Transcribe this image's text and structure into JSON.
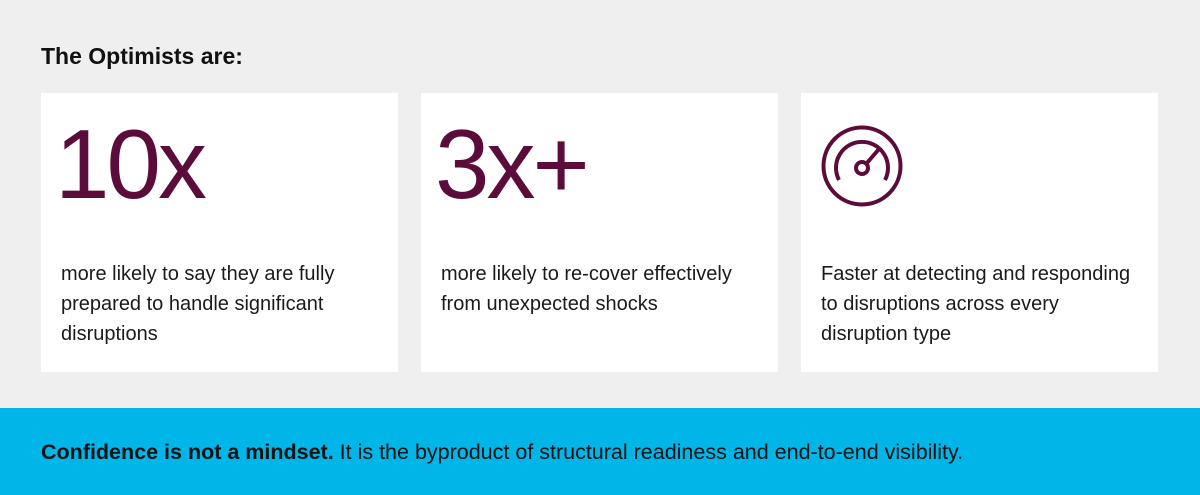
{
  "heading": "The Optimists are:",
  "cards": [
    {
      "stat": "10x",
      "description": "more likely to say they are fully prepared to handle significant disruptions"
    },
    {
      "stat": "3x+",
      "description": "more likely to re-cover effectively from unexpected shocks"
    },
    {
      "icon": "speedometer-icon",
      "description": "Faster at detecting and responding to disruptions across every disruption type"
    }
  ],
  "banner": {
    "bold": "Confidence is not a mindset.",
    "text": " It is the byproduct of structural readiness and end-to-end visibility."
  },
  "colors": {
    "accent": "#5b0c3a",
    "banner": "#00b5e8",
    "background": "#efefef",
    "card": "#ffffff"
  }
}
